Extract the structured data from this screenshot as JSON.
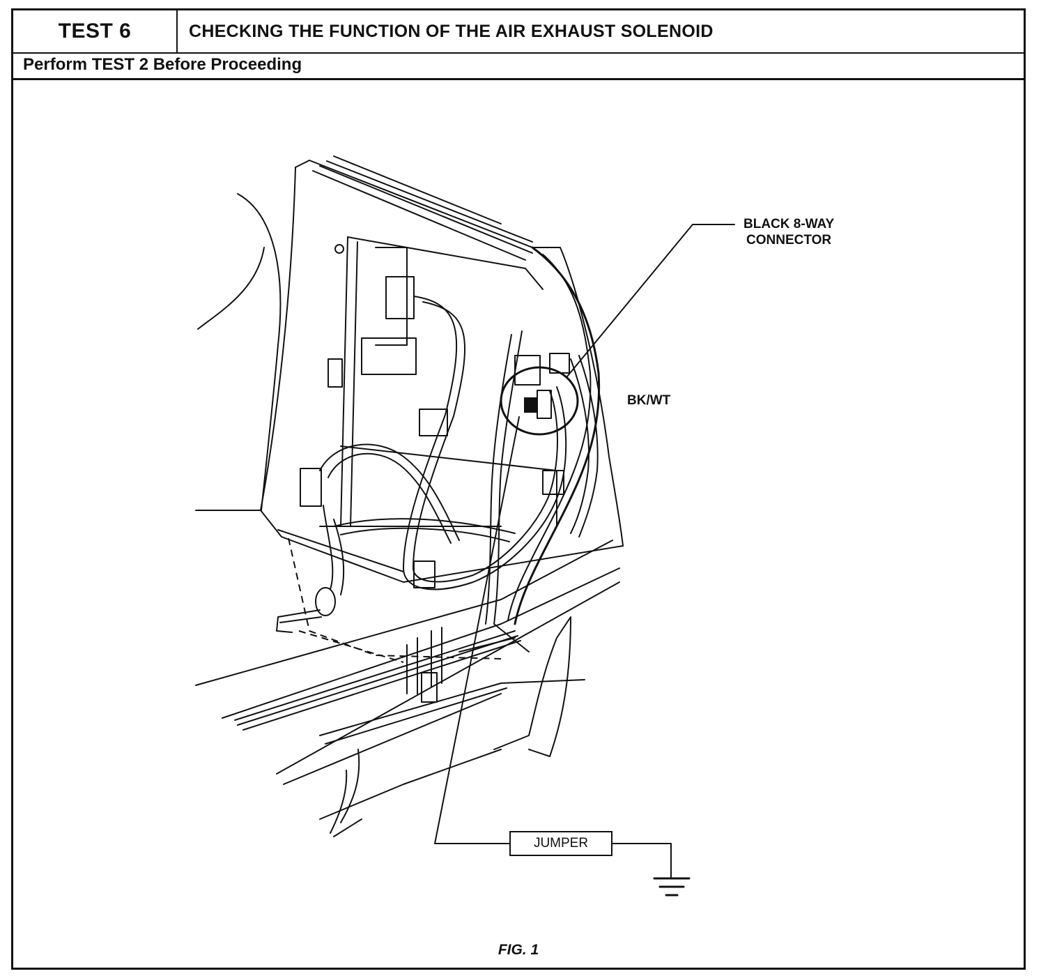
{
  "header": {
    "test_label": "TEST 6",
    "title": "CHECKING THE FUNCTION OF THE AIR EXHAUST SOLENOID",
    "subtitle": "Perform TEST 2 Before Proceeding"
  },
  "figure": {
    "callout_connector_line1": "BLACK 8-WAY",
    "callout_connector_line2": "CONNECTOR",
    "wire_label": "BK/WT",
    "jumper_label": "JUMPER",
    "caption": "FIG. 1"
  }
}
